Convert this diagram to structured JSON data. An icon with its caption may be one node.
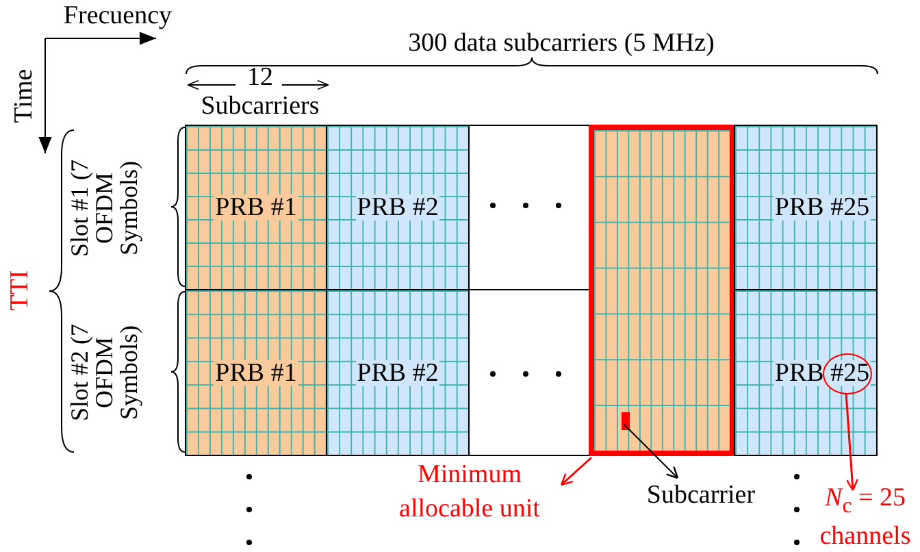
{
  "diagram": {
    "nodes": [
      {
        "text": [
          "PRB #1"
        ]
      },
      {
        "text": [
          "PRB #2"
        ]
      },
      {
        "text": [],
        "shape": "box"
      },
      {
        "text": [
          "PRB #25"
        ]
      },
      {
        "text": [
          "PRB #1"
        ]
      },
      {
        "text": [
          "PRB #2"
        ]
      },
      {
        "text": [
          "PRB #25"
        ]
      },
      {
        "text": [],
        "shape": "circle",
        "in": 6
      },
      {
        "text": [],
        "shape": "bar",
        "in": 2
      },
      {
        "text": [
          "Minimum allocable unit"
        ]
      },
      {
        "text": [
          "Subcarrier"
        ]
      },
      {
        "text": [
          "*N*$_{c}$ = 25 channels"
        ]
      }
    ],
    "edges": [
      {
        "from": 2,
        "to": 9,
        "arrow": "to"
      },
      {
        "from": 8,
        "to": 10,
        "arrow": "to",
        "color": "#000000"
      },
      {
        "from": 7,
        "to": 11,
        "arrow": "to"
      }
    ],
    "labels": [
      "Frecuency",
      "Time",
      "300 data subcarriers (5 MHz)",
      "12",
      "Subcarriers",
      "Slot #1 (7 OFDM Symbols)",
      "TTI",
      "Slot #2 (7 OFDM Symbols)"
    ]
  }
}
